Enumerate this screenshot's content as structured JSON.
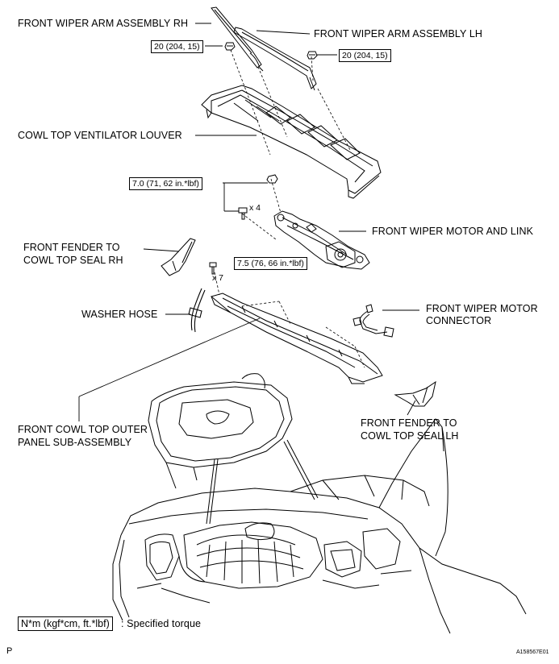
{
  "labels": {
    "wiper_arm_rh": "FRONT WIPER ARM ASSEMBLY RH",
    "wiper_arm_lh": "FRONT WIPER ARM ASSEMBLY LH",
    "cowl_louver": "COWL TOP VENTILATOR LOUVER",
    "wiper_motor_link": "FRONT WIPER MOTOR AND LINK",
    "fender_seal_rh_line1": "FRONT FENDER TO",
    "fender_seal_rh_line2": "COWL TOP SEAL RH",
    "washer_hose": "WASHER HOSE",
    "motor_connector_line1": "FRONT WIPER MOTOR",
    "motor_connector_line2": "CONNECTOR",
    "outer_panel_line1": "FRONT COWL TOP OUTER",
    "outer_panel_line2": "PANEL SUB-ASSEMBLY",
    "fender_seal_lh_line1": "FRONT FENDER TO",
    "fender_seal_lh_line2": "COWL TOP SEAL LH"
  },
  "torques": {
    "arm_rh_nut": "20 (204, 15)",
    "arm_lh_nut": "20 (204, 15)",
    "motor_bolt": "7.0 (71, 62 in.*lbf)",
    "panel_bolt": "7.5 (76, 66 in.*lbf)"
  },
  "quantities": {
    "motor_bolts": "x 4",
    "panel_bolts": "x 7"
  },
  "legend": {
    "unit": "N*m (kgf*cm, ft.*lbf)",
    "text": ": Specified torque"
  },
  "footer": {
    "left_mark": "P",
    "figure_id": "A158567E01"
  }
}
